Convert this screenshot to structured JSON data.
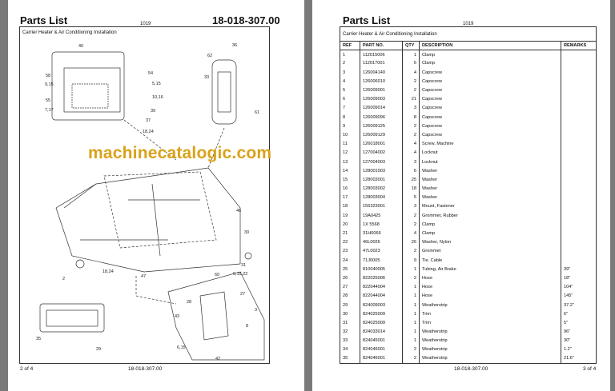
{
  "left_page": {
    "title": "Parts List",
    "code": "1019",
    "doc_number": "18-018-307.00",
    "caption": "Carrier Heater & Air Conditioning Installation",
    "footer_page": "2 of 4",
    "footer_doc": "18-018-307.00",
    "callouts": [
      "40",
      "58",
      "9,15",
      "55",
      "7,17",
      "54",
      "5,15",
      "10,16",
      "39",
      "37",
      "18,24",
      "62",
      "36",
      "33",
      "61",
      "46",
      "30",
      "31",
      "60",
      "6,15,22",
      "47",
      "18,24",
      "2",
      "27",
      "3",
      "28",
      "43",
      "6,15",
      "42",
      "29",
      "35",
      "8"
    ]
  },
  "right_page": {
    "title": "Parts List",
    "code": "1019",
    "caption": "Carrier Heater & Air Conditioning Installation",
    "footer_page": "3 of 4",
    "footer_doc": "18-018-307.00",
    "columns": [
      "REF",
      "PART NO.",
      "QTY",
      "DESCRIPTION",
      "REMARKS"
    ],
    "rows": [
      [
        "1",
        "112015006",
        "1",
        "Clamp",
        ""
      ],
      [
        "2",
        "112017001",
        "6",
        "Clamp",
        ""
      ],
      [
        "3",
        "126004140",
        "4",
        "Capscrew",
        ""
      ],
      [
        "4",
        "126006010",
        "2",
        "Capscrew",
        ""
      ],
      [
        "5",
        "126009001",
        "2",
        "Capscrew",
        ""
      ],
      [
        "6",
        "126009003",
        "21",
        "Capscrew",
        ""
      ],
      [
        "7",
        "126009014",
        "3",
        "Capscrew",
        ""
      ],
      [
        "8",
        "126009096",
        "8",
        "Capscrew",
        ""
      ],
      [
        "9",
        "126009125",
        "2",
        "Capscrew",
        ""
      ],
      [
        "10",
        "126009129",
        "2",
        "Capscrew",
        ""
      ],
      [
        "11",
        "126018001",
        "4",
        "Screw, Machine",
        ""
      ],
      [
        "12",
        "127004002",
        "4",
        "Locknut",
        ""
      ],
      [
        "13",
        "127004003",
        "3",
        "Locknut",
        ""
      ],
      [
        "14",
        "128001003",
        "6",
        "Washer",
        ""
      ],
      [
        "15",
        "128003001",
        "25",
        "Washer",
        ""
      ],
      [
        "16",
        "128003002",
        "18",
        "Washer",
        ""
      ],
      [
        "17",
        "128003004",
        "5",
        "Washer",
        ""
      ],
      [
        "18",
        "155323001",
        "3",
        "Mount, Fastener",
        ""
      ],
      [
        "19",
        "19A0425",
        "2",
        "Grommet, Rubber",
        ""
      ],
      [
        "20",
        "1X 5568",
        "2",
        "Clamp",
        ""
      ],
      [
        "21",
        "31H0066",
        "4",
        "Clamp",
        ""
      ],
      [
        "22",
        "46L0026",
        "26",
        "Washer, Nylon",
        ""
      ],
      [
        "23",
        "47L0023",
        "2",
        "Grommet",
        ""
      ],
      [
        "24",
        "71J0005",
        "9",
        "Tie, Cable",
        ""
      ],
      [
        "25",
        "810040005",
        "1",
        "Tubing, Air Brake",
        "39\""
      ],
      [
        "26",
        "822025006",
        "2",
        "Hose",
        "18\""
      ],
      [
        "27",
        "822044004",
        "1",
        "Hose",
        "104\""
      ],
      [
        "28",
        "822044004",
        "1",
        "Hose",
        "145\""
      ],
      [
        "29",
        "824009003",
        "1",
        "Weatherstrip",
        "37.2\""
      ],
      [
        "30",
        "824025009",
        "1",
        "Trim",
        "6\""
      ],
      [
        "31",
        "824025009",
        "1",
        "Trim",
        "5\""
      ],
      [
        "32",
        "824033014",
        "1",
        "Weatherstrip",
        "96\""
      ],
      [
        "33",
        "824045001",
        "1",
        "Weatherstrip",
        "30\""
      ],
      [
        "34",
        "824046001",
        "2",
        "Weatherstrip",
        "1.2\""
      ],
      [
        "35",
        "824046001",
        "2",
        "Weatherstrip",
        "21.6\""
      ]
    ]
  },
  "watermark": "machinecatalogic.com"
}
